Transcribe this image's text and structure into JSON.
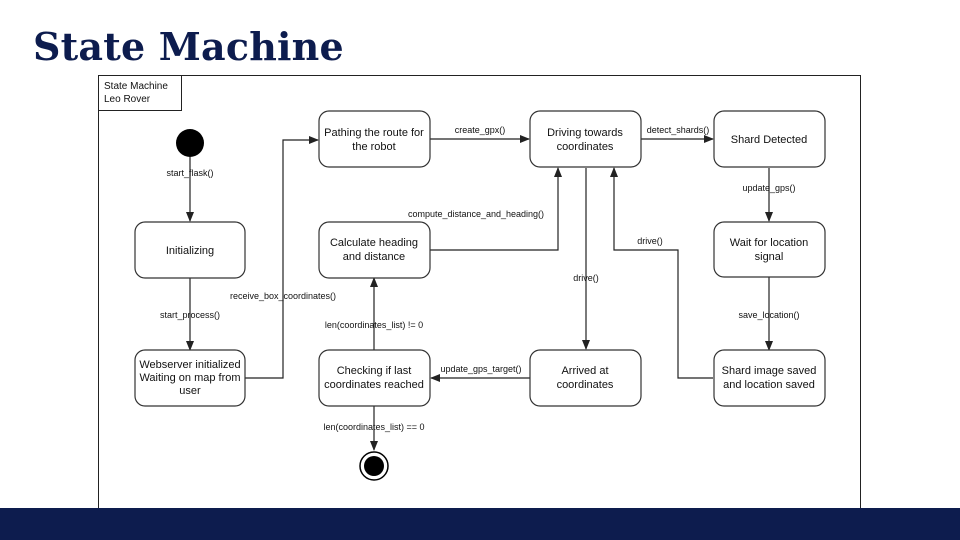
{
  "slide": {
    "title": "State Machine"
  },
  "frame": {
    "line1": "State Machine",
    "line2": "Leo Rover"
  },
  "states": {
    "initializing": "Initializing",
    "webserver": [
      "Webserver initialized",
      "Waiting on map from",
      "user"
    ],
    "pathing": [
      "Pathing the route for",
      "the robot"
    ],
    "driving": [
      "Driving towards",
      "coordinates"
    ],
    "shard_detected": "Shard Detected",
    "wait_location": [
      "Wait for location",
      "signal"
    ],
    "shard_saved": [
      "Shard image saved",
      "and location saved"
    ],
    "arrived": [
      "Arrived at",
      "coordinates"
    ],
    "checking": [
      "Checking if last",
      "coordinates reached"
    ],
    "calculate": [
      "Calculate heading",
      "and distance"
    ]
  },
  "transitions": {
    "start_flask": "start_flask()",
    "start_process": "start_process()",
    "receive_box": "receive_box_coordinates()",
    "create_gpx": "create_gpx()",
    "detect_shards": "detect_shards()",
    "update_gps": "update_gps()",
    "save_location": "save_location()",
    "drive_right": "drive()",
    "drive_down": "drive()",
    "update_gps_target": "update_gps_target()",
    "len_nonzero": "len(coordinates_list) != 0",
    "len_zero": "len(coordinates_list) == 0",
    "compute": "compute_distance_and_heading()"
  },
  "colors": {
    "title": "#0d1c4e",
    "footer": "#0d1c4e",
    "stroke": "#333333"
  }
}
